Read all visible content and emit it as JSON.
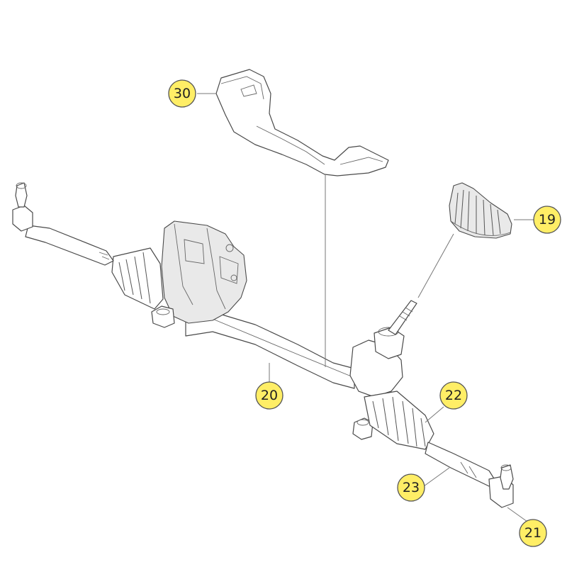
{
  "diagram": {
    "callout_color": "#ffee66",
    "callouts": [
      {
        "id": "30",
        "label": "30"
      },
      {
        "id": "19",
        "label": "19"
      },
      {
        "id": "20",
        "label": "20"
      },
      {
        "id": "22",
        "label": "22"
      },
      {
        "id": "23",
        "label": "23"
      },
      {
        "id": "21",
        "label": "21"
      }
    ]
  }
}
